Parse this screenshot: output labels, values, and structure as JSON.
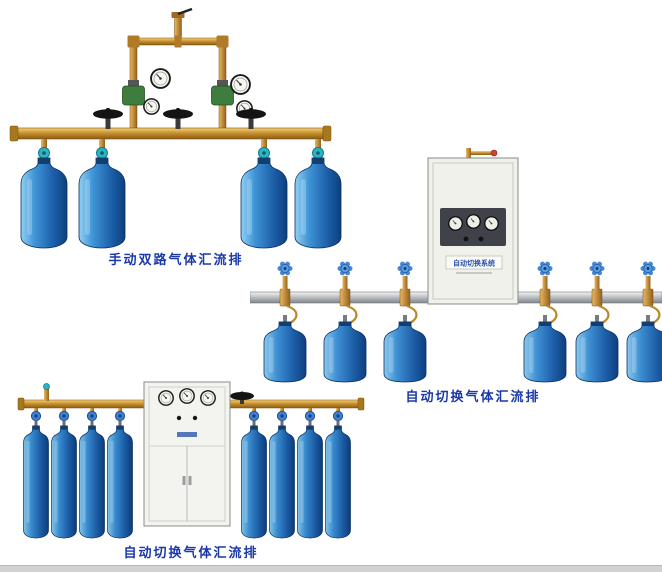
{
  "page": {
    "background": "#ffffff",
    "bottom_divider_color": "#d2d2d2"
  },
  "colors": {
    "caption_text": "#1b38a8",
    "brass_pipe": "#c8922f",
    "cylinder_blue": "#1e5fa8",
    "steel_pipe": "#b8bcc0",
    "regulator_green": "#3e7d3e",
    "handwheel_teal": "#2fb3c4",
    "handwheel_blue": "#4788d2"
  },
  "products": [
    {
      "id": "manual-dual-manifold",
      "caption": "手动双路气体汇流排",
      "cylinder_count": 4
    },
    {
      "id": "auto-switch-manifold-a",
      "caption": "自动切换气体汇流排",
      "cabinet_label": "自动切换系统",
      "cylinder_count": 6
    },
    {
      "id": "auto-switch-manifold-b",
      "caption": "自动切换气体汇流排",
      "cylinder_count": 8
    }
  ]
}
